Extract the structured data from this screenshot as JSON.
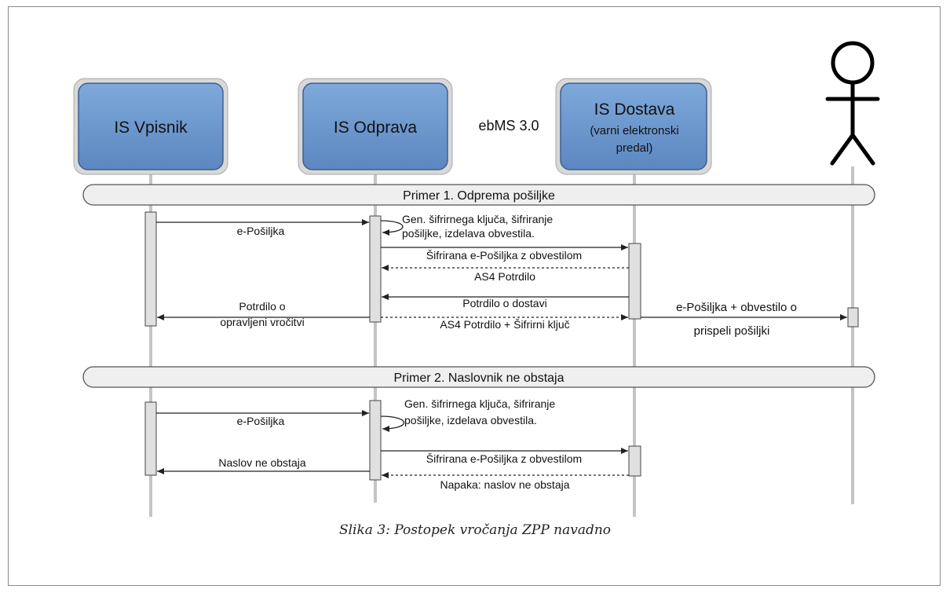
{
  "participants": [
    {
      "id": "vpisnik",
      "label": "IS Vpisnik"
    },
    {
      "id": "odprava",
      "label": "IS Odprava"
    },
    {
      "id": "dostava",
      "label_main": "IS Dostava",
      "label_sub1": "(varni elektronski",
      "label_sub2": "predal)"
    },
    {
      "id": "actor",
      "icon": "stick-figure-icon"
    }
  ],
  "protocol_label": "ebMS 3.0",
  "sections": [
    {
      "title": "Primer 1. Odprema pošiljke"
    },
    {
      "title": "Primer 2. Naslovnik ne obstaja"
    }
  ],
  "messages": {
    "s1_send": "e-Pošiljka",
    "s1_self_1": "Gen. šifrirnega ključa, šifriranje",
    "s1_self_2": "pošiljke, izdelava obvestila.",
    "s1_encrypted": "Šifrirana e-Pošiljka z obvestilom",
    "s1_as4": "AS4 Potrdilo",
    "s1_delivery_receipt": "Potrdilo o dostavi",
    "s1_receipt_1": "Potrdilo o",
    "s1_receipt_2": "opravljeni vročitvi",
    "s1_as4_key": "AS4 Potrdilo + Šifrirni ključ",
    "s1_notice_1": "e-Pošiljka + obvestilo o",
    "s1_notice_2": "prispeli pošiljki",
    "s2_send": "e-Pošiljka",
    "s2_self_1": "Gen. šifrirnega ključa, šifriranje",
    "s2_self_2": "pošiljke, izdelava obvestila.",
    "s2_encrypted": "Šifrirana e-Pošiljka z obvestilom",
    "s2_no_address": "Naslov ne obstaja",
    "s2_error": "Napaka: naslov ne obstaja"
  },
  "caption": "Slika 3: Postopek vročanja ZPP navadno",
  "colors": {
    "box_fill": "#6f9bd0",
    "box_border": "#4a6fa0",
    "band_fill": "#f0f0f0",
    "lifeline": "#c0c0c0"
  }
}
